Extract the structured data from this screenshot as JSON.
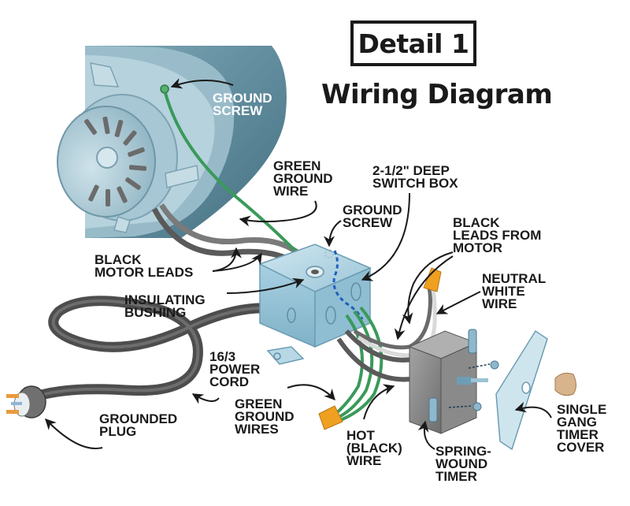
{
  "title": {
    "detail": "Detail 1",
    "subtitle": "Wiring Diagram"
  },
  "labels": {
    "ground_screw_motor": "GROUND\nSCREW",
    "green_ground_wire": "GREEN\nGROUND\nWIRE",
    "switch_box": "2-1/2\" DEEP\nSWITCH BOX",
    "ground_screw_box": "GROUND\nSCREW",
    "black_leads_from_motor": "BLACK\nLEADS FROM\nMOTOR",
    "black_motor_leads": "BLACK\nMOTOR LEADS",
    "neutral_white_wire": "NEUTRAL\nWHITE\nWIRE",
    "insulating_bushing": "INSULATING\nBUSHING",
    "power_cord": "16/3\nPOWER\nCORD",
    "grounded_plug": "GROUNDED\nPLUG",
    "green_ground_wires": "GREEN\nGROUND\nWIRES",
    "hot_black_wire": "HOT\n(BLACK)\nWIRE",
    "spring_wound_timer": "SPRING-\nWOUND\nTIMER",
    "timer_cover": "SINGLE\nGANG\nTIMER\nCOVER"
  },
  "colors": {
    "motor_housing": "#5f8a9c",
    "motor_light": "#b9d4de",
    "switch_box": "#a9cfe0",
    "ground_wire": "#3a9a5a",
    "black_lead": "#5a5a5a",
    "white_wire": "#d9d9d9",
    "wire_nut": "#f0a020",
    "timer_body": "#8c8c8c",
    "cover_plate": "#cfe5ee",
    "knob": "#d8b48c",
    "dashed_ground": "#1f5fbf"
  }
}
